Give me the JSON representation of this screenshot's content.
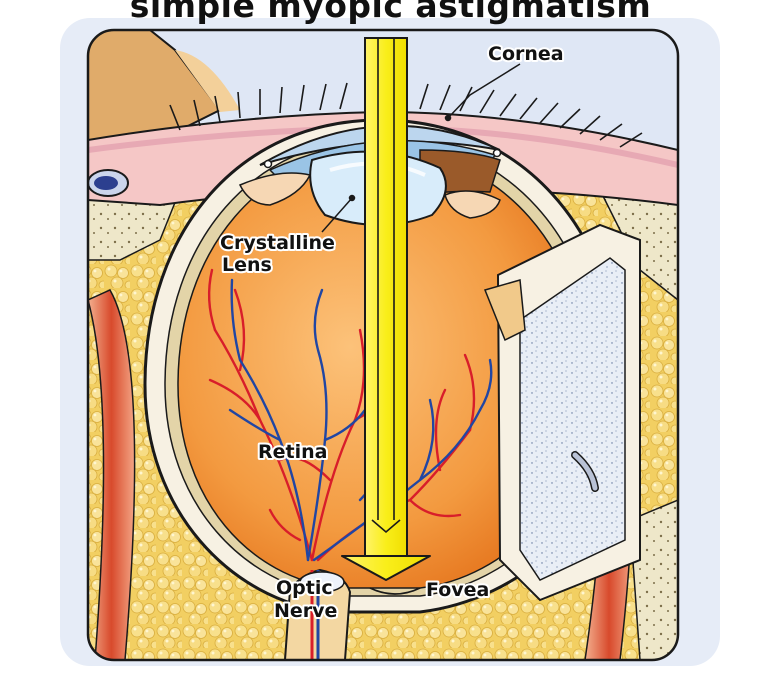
{
  "title": "simple myopic astigmatism",
  "labels": {
    "cornea": "Cornea",
    "crystalline": "Crystalline",
    "lens": "Lens",
    "retina": "Retina",
    "optic": "Optic",
    "nerve": "Nerve",
    "fovea": "Fovea"
  },
  "colors": {
    "light_ray": "#f7ee1e",
    "vitreous": "#f4a040",
    "artery": "#d81e2a",
    "vein": "#2146a3",
    "fat": "#f3d36a",
    "muscle": "#d84a2c",
    "sclera": "#f7f1e3",
    "panel_bg": "#dfe7f5"
  }
}
